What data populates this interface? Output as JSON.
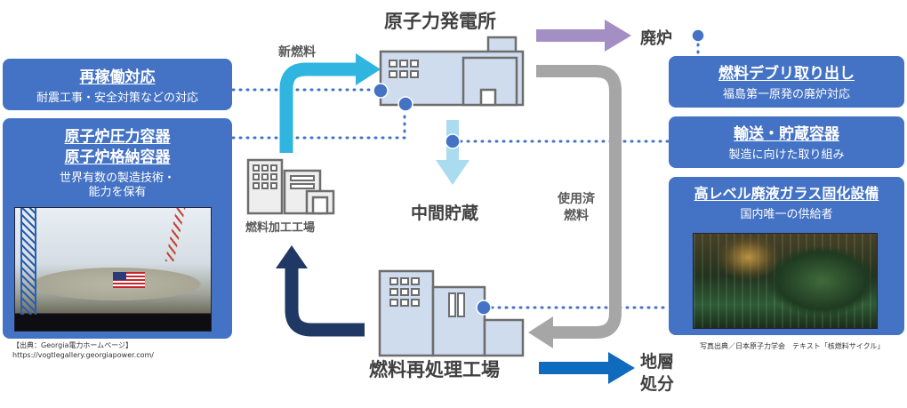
{
  "diagram": {
    "title": "原子力発電所",
    "nodes": {
      "power_plant": "原子力発電所",
      "decommission": "廃炉",
      "interim_storage": "中間貯蔵",
      "fuel_fabrication": "燃料加工工場",
      "reprocessing": "燃料再処理工場",
      "geological_disposal_line1": "地層",
      "geological_disposal_line2": "処分"
    },
    "flows": {
      "new_fuel": "新燃料",
      "spent_fuel_line1": "使用済",
      "spent_fuel_line2": "燃料"
    },
    "colors": {
      "card_blue": "#4472c4",
      "new_fuel_arrow": "#2fb5e0",
      "decommission_arrow": "#a38fc4",
      "spent_fuel_arrow": "#a6a6a6",
      "interim_arrow": "#a9dcef",
      "recycle_arrow": "#1f3864",
      "disposal_arrow": "#0f6cbd",
      "dot": "#4472c4",
      "building_fill": "#cfdcee",
      "building_stroke": "#6d6d6d"
    }
  },
  "cards": {
    "restart": {
      "title": "再稼働対応",
      "sub": "耐震工事・安全対策などの対応"
    },
    "reactor_vessel": {
      "title_line1": "原子炉圧力容器",
      "title_line2": "原子炉格納容器",
      "sub_line1": "世界有数の製造技術・",
      "sub_line2": "能力を保有"
    },
    "debris": {
      "title": "燃料デブリ取り出し",
      "sub": "福島第一原発の廃炉対応"
    },
    "cask": {
      "title": "輸送・貯蔵容器",
      "sub": "製造に向けた取り組み"
    },
    "vitrification": {
      "title": "高レベル廃液ガラス固化設備",
      "sub": "国内唯一の供給者"
    }
  },
  "credits": {
    "left_line1": "【出典：Georgia電力ホームページ】",
    "left_line2": "https://vogtlegallery.georgiapower.com/",
    "right": "写真出典／日本原子力学会　テキスト「核燃料サイクル」"
  }
}
